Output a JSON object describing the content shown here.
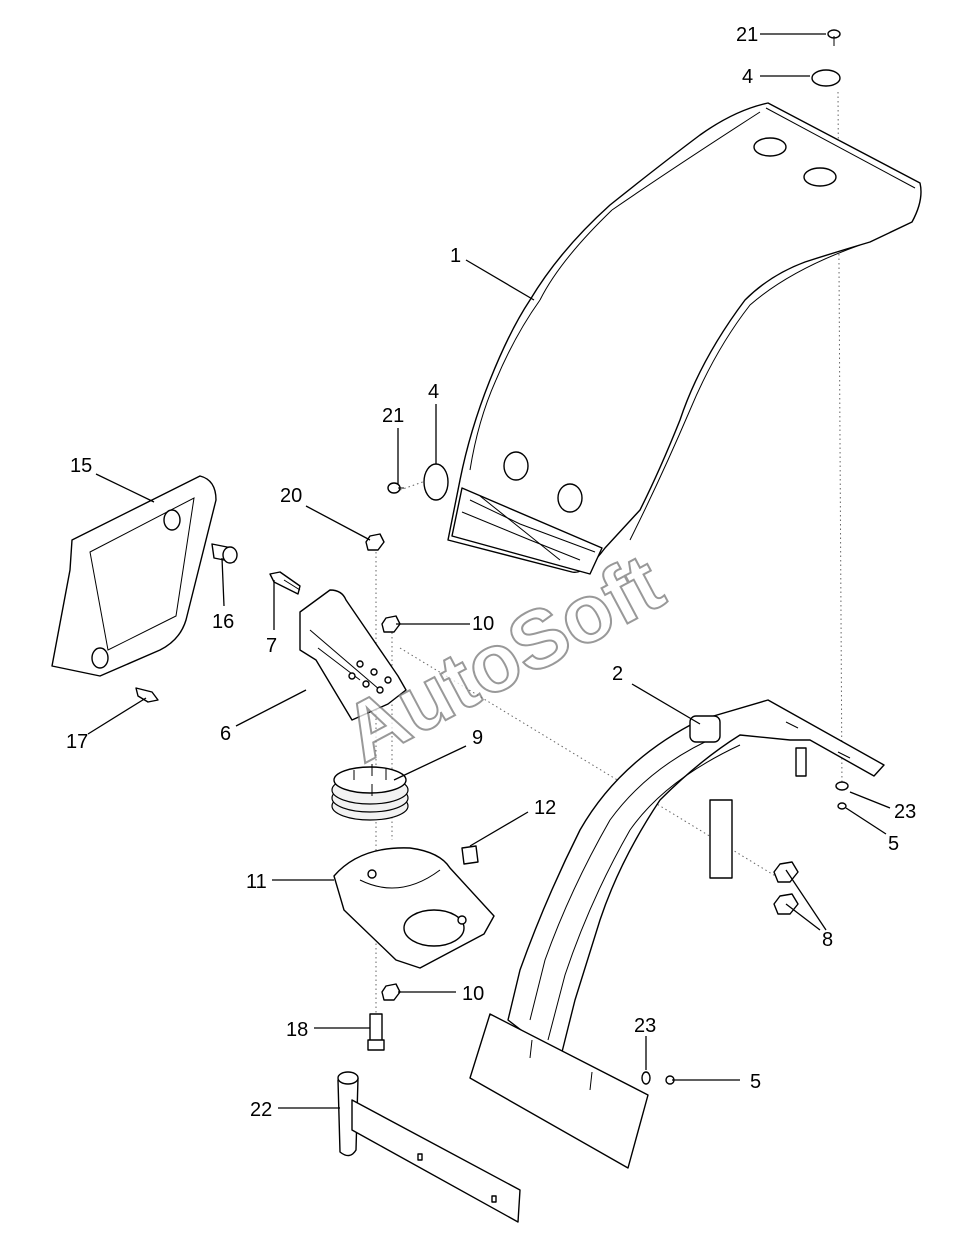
{
  "watermark": "AutoSoft",
  "callouts": {
    "c21_top": "21",
    "c4_top": "4",
    "c1": "1",
    "c21_mid": "21",
    "c4_mid": "4",
    "c15": "15",
    "c20": "20",
    "c16": "16",
    "c7": "7",
    "c10_top": "10",
    "c6": "6",
    "c17": "17",
    "c2": "2",
    "c9": "9",
    "c23_right": "23",
    "c5_right": "5",
    "c12": "12",
    "c11": "11",
    "c8": "8",
    "c10_bottom": "10",
    "c18": "18",
    "c23_bottom": "23",
    "c5_bottom": "5",
    "c22": "22"
  }
}
